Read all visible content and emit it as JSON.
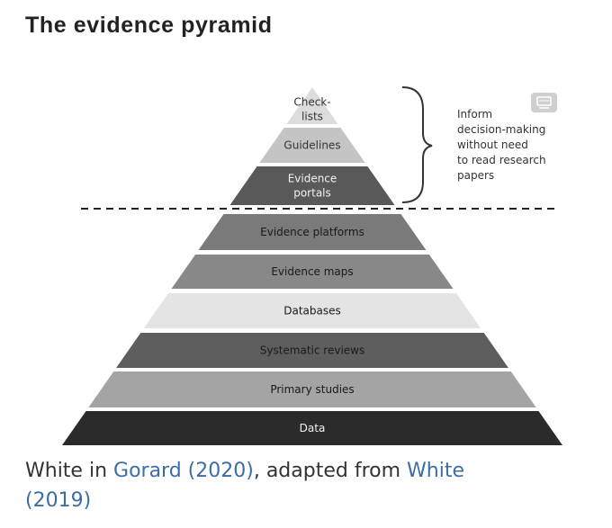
{
  "page": {
    "title": "The evidence pyramid"
  },
  "pyramid": {
    "tiers": [
      {
        "id": "checklists",
        "lines": [
          "Check-",
          "lists"
        ],
        "fill": "#dcdcdc",
        "text_color": "#333333"
      },
      {
        "id": "guidelines",
        "lines": [
          "Guidelines"
        ],
        "fill": "#c4c4c4",
        "text_color": "#333333"
      },
      {
        "id": "evidence-portals",
        "lines": [
          "Evidence",
          "portals"
        ],
        "fill": "#595959",
        "text_color": "#f2f2f2"
      },
      {
        "id": "evidence-platforms",
        "lines": [
          "Evidence platforms"
        ],
        "fill": "#7a7a7a",
        "text_color": "#1a1a1a"
      },
      {
        "id": "evidence-maps",
        "lines": [
          "Evidence maps"
        ],
        "fill": "#888888",
        "text_color": "#1a1a1a"
      },
      {
        "id": "databases",
        "lines": [
          "Databases"
        ],
        "fill": "#e4e4e4",
        "text_color": "#1a1a1a"
      },
      {
        "id": "systematic-reviews",
        "lines": [
          "Systematic reviews"
        ],
        "fill": "#5e5e5e",
        "text_color": "#1a1a1a"
      },
      {
        "id": "primary-studies",
        "lines": [
          "Primary studies"
        ],
        "fill": "#a4a4a4",
        "text_color": "#1a1a1a"
      },
      {
        "id": "data",
        "lines": [
          "Data"
        ],
        "fill": "#2b2b2b",
        "text_color": "#f2f2f2"
      }
    ],
    "annotation": {
      "lines": [
        "Inform",
        "decision-making",
        "without need",
        "to read research",
        "papers"
      ]
    }
  },
  "caption": {
    "prefix": "White in ",
    "link1": "Gorard (2020)",
    "middle": ", adapted from ",
    "link2": "White",
    "suffix": " (2019)"
  },
  "colors": {
    "link": "#3a6ea5",
    "divider": "#222222",
    "brace": "#333333"
  },
  "icons": {
    "note_icon": "chat-box-icon"
  }
}
